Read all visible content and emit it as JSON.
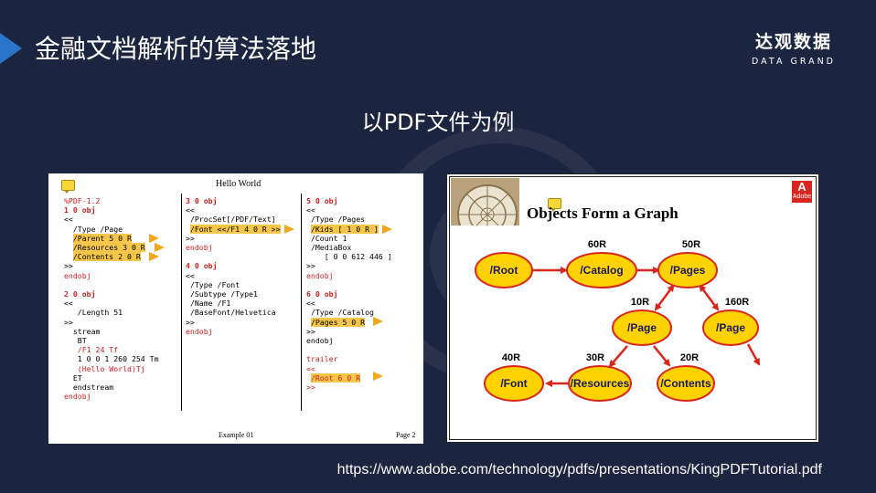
{
  "header": {
    "title": "金融文档解析的算法落地",
    "brand_cn": "达观数据",
    "brand_en": "DATA GRAND"
  },
  "subtitle": "以PDF文件为例",
  "source_url": "https://www.adobe.com/technology/pdfs/presentations/KingPDFTutorial.pdf",
  "pdf_example": {
    "page_title": "Hello World",
    "footer_left": "Example 01",
    "footer_right": "Page 2",
    "col1": {
      "header": "%PDF-1.2",
      "obj1": "1 0 obj",
      "obj1_lines": [
        "<<",
        "/Type /Page",
        "/Parent 5 0 R",
        "/Resources 3 0 R",
        "/Contents 2 0 R",
        ">>",
        "endobj"
      ],
      "obj2": "2 0 obj",
      "obj2_lines": [
        "<<",
        "/Length 51",
        ">>",
        "stream",
        "BT",
        "/F1 24 Tf",
        "1 0 0 1 260 254 Tm",
        "(Hello World)Tj",
        "ET",
        "endstream",
        "endobj"
      ]
    },
    "col2": {
      "obj3": "3 0 obj",
      "obj3_lines": [
        "<<",
        "/ProcSet[/PDF/Text]",
        "/Font <</F1 4 0 R >>",
        ">>",
        "endobj"
      ],
      "obj4": "4 0 obj",
      "obj4_lines": [
        "<<",
        "/Type /Font",
        "/Subtype /Type1",
        "/Name /F1",
        "/BaseFont/Helvetica",
        ">>",
        "endobj"
      ]
    },
    "col3": {
      "obj5": "5 0 obj",
      "obj5_lines": [
        "<<",
        "/Type /Pages",
        "/Kids [ 1 0 R ]",
        "/Count 1",
        "/MediaBox",
        "[ 0 0 612 446 ]",
        ">>",
        "endobj"
      ],
      "obj6": "6 0 obj",
      "obj6_lines": [
        "<<",
        "/Type /Catalog",
        "/Pages 5 0 R",
        ">>",
        "endobj"
      ],
      "trailer": "trailer",
      "trailer_lines": [
        "<<",
        "/Root 6 0 R",
        ">>"
      ]
    }
  },
  "graph": {
    "title": "Objects Form a Graph",
    "adobe_text": "Adobe",
    "nodes": [
      {
        "id": "root",
        "label": "/Root",
        "ref": ""
      },
      {
        "id": "catalog",
        "label": "/Catalog",
        "ref": "60R"
      },
      {
        "id": "pages",
        "label": "/Pages",
        "ref": "50R"
      },
      {
        "id": "page1",
        "label": "/Page",
        "ref": "10R"
      },
      {
        "id": "page2",
        "label": "/Page",
        "ref": "160R"
      },
      {
        "id": "font",
        "label": "/Font",
        "ref": "40R"
      },
      {
        "id": "resources",
        "label": "/Resources",
        "ref": "30R"
      },
      {
        "id": "contents",
        "label": "/Contents",
        "ref": "20R"
      }
    ]
  },
  "colors": {
    "background": "#1c2540",
    "accent": "#2a75c9",
    "node_fill": "#ffd200",
    "node_border": "#d8261e",
    "highlight": "#f5c64a",
    "code_red": "#cc2222"
  }
}
